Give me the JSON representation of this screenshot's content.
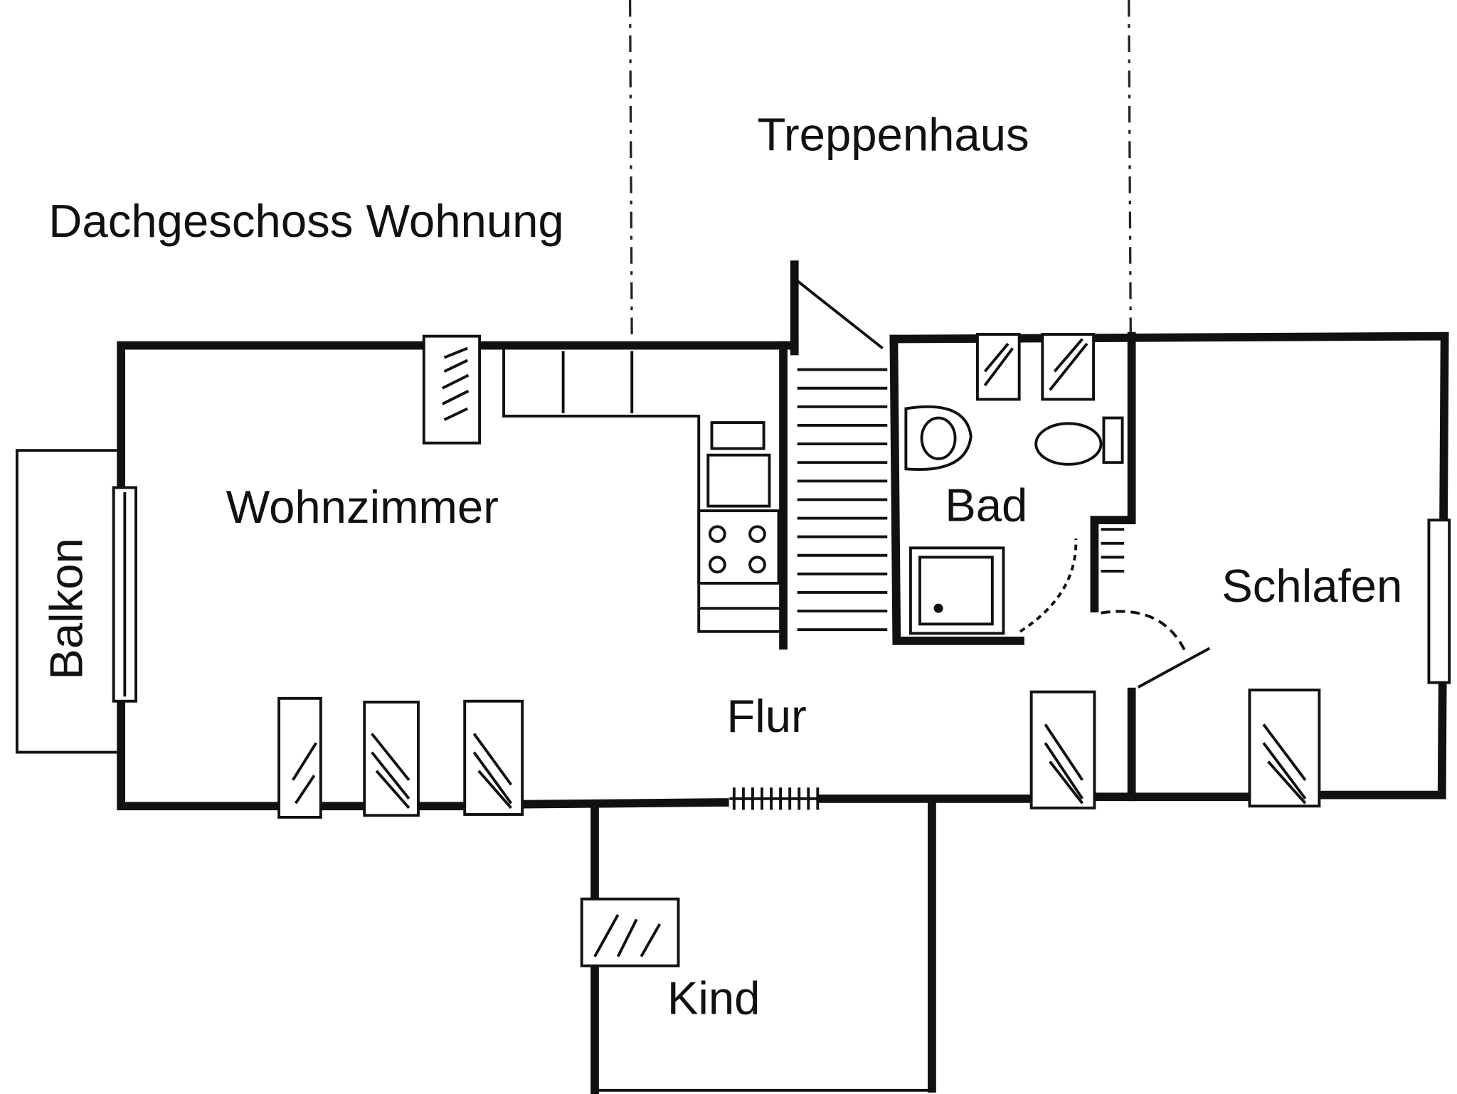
{
  "title": "Dachgeschoss Wohnung",
  "rooms": {
    "treppenhaus": "Treppenhaus",
    "wohnzimmer": "Wohnzimmer",
    "bad": "Bad",
    "schlafen": "Schlafen",
    "flur": "Flur",
    "kind": "Kind",
    "balkon": "Balkon"
  }
}
